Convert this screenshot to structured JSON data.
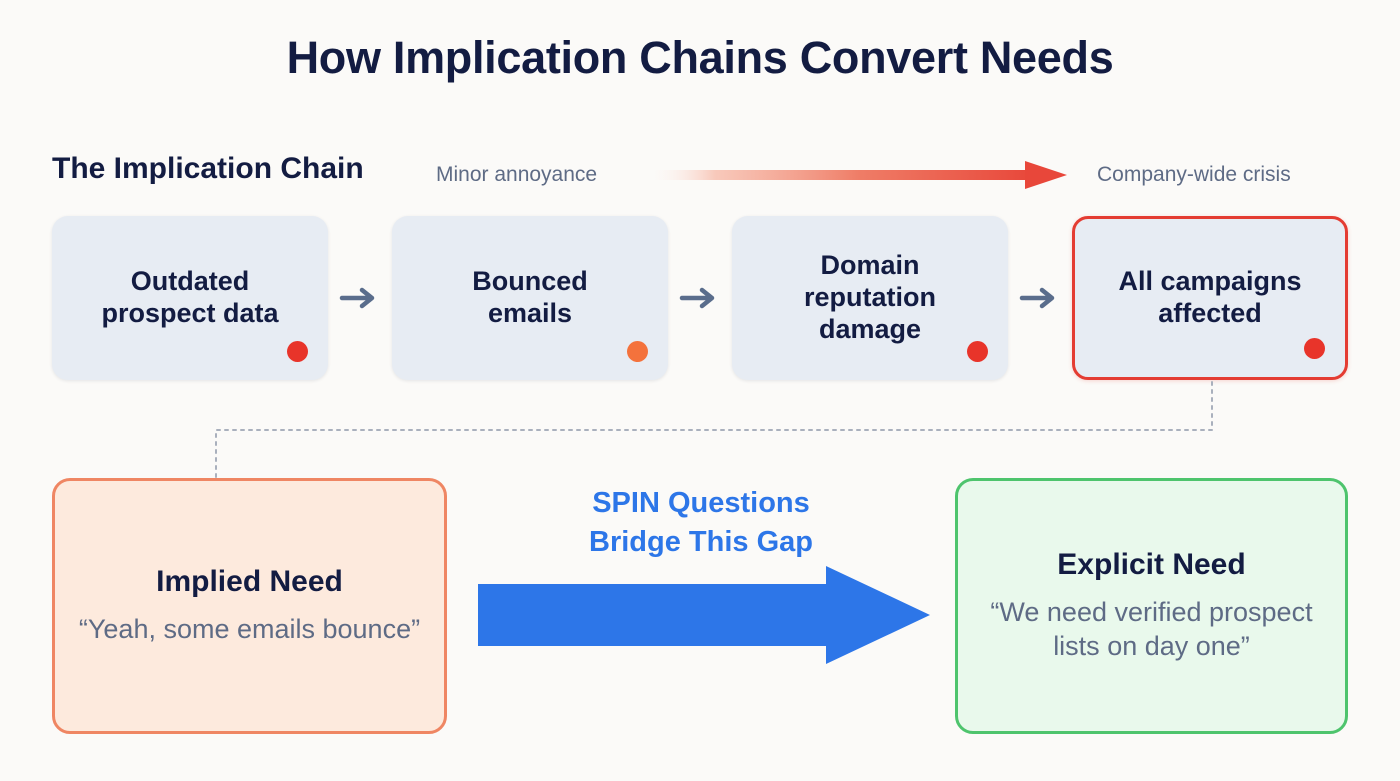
{
  "page": {
    "title": "How Implication Chains Convert Needs",
    "background_color": "#fbfaf8"
  },
  "chain_section": {
    "heading": "The Implication Chain",
    "scale_left_label": "Minor annoyance",
    "scale_right_label": "Company-wide crisis",
    "gradient_from": "#ffffff",
    "gradient_to": "#e8473a",
    "connector_arrow_color": "#5a6d8c",
    "steps": [
      {
        "label": "Outdated\nprospect data",
        "severity_color": "#e8342a",
        "highlighted": false,
        "connector": "arrow-right-icon"
      },
      {
        "label": "Bounced\nemails",
        "severity_color": "#f4723c",
        "highlighted": false,
        "connector": "arrow-right-icon"
      },
      {
        "label": "Domain\nreputation\ndamage",
        "severity_color": "#e8342a",
        "highlighted": false,
        "connector": "arrow-right-icon"
      },
      {
        "label": "All campaigns\naffected",
        "severity_color": "#e8342a",
        "highlighted": true,
        "connector": null
      }
    ]
  },
  "needs": {
    "implied": {
      "title": "Implied Need",
      "quote": "“Yeah, some emails bounce”",
      "background_color": "#fdeadd",
      "border_color": "#ef8663"
    },
    "explicit": {
      "title": "Explicit Need",
      "quote": "“We need verified prospect lists on day one”",
      "background_color": "#e9f9ec",
      "border_color": "#4ec46d"
    },
    "bridge": {
      "label": "SPIN Questions\nBridge This Gap",
      "arrow_color": "#2d76e8",
      "text_color": "#2d76e8"
    }
  }
}
